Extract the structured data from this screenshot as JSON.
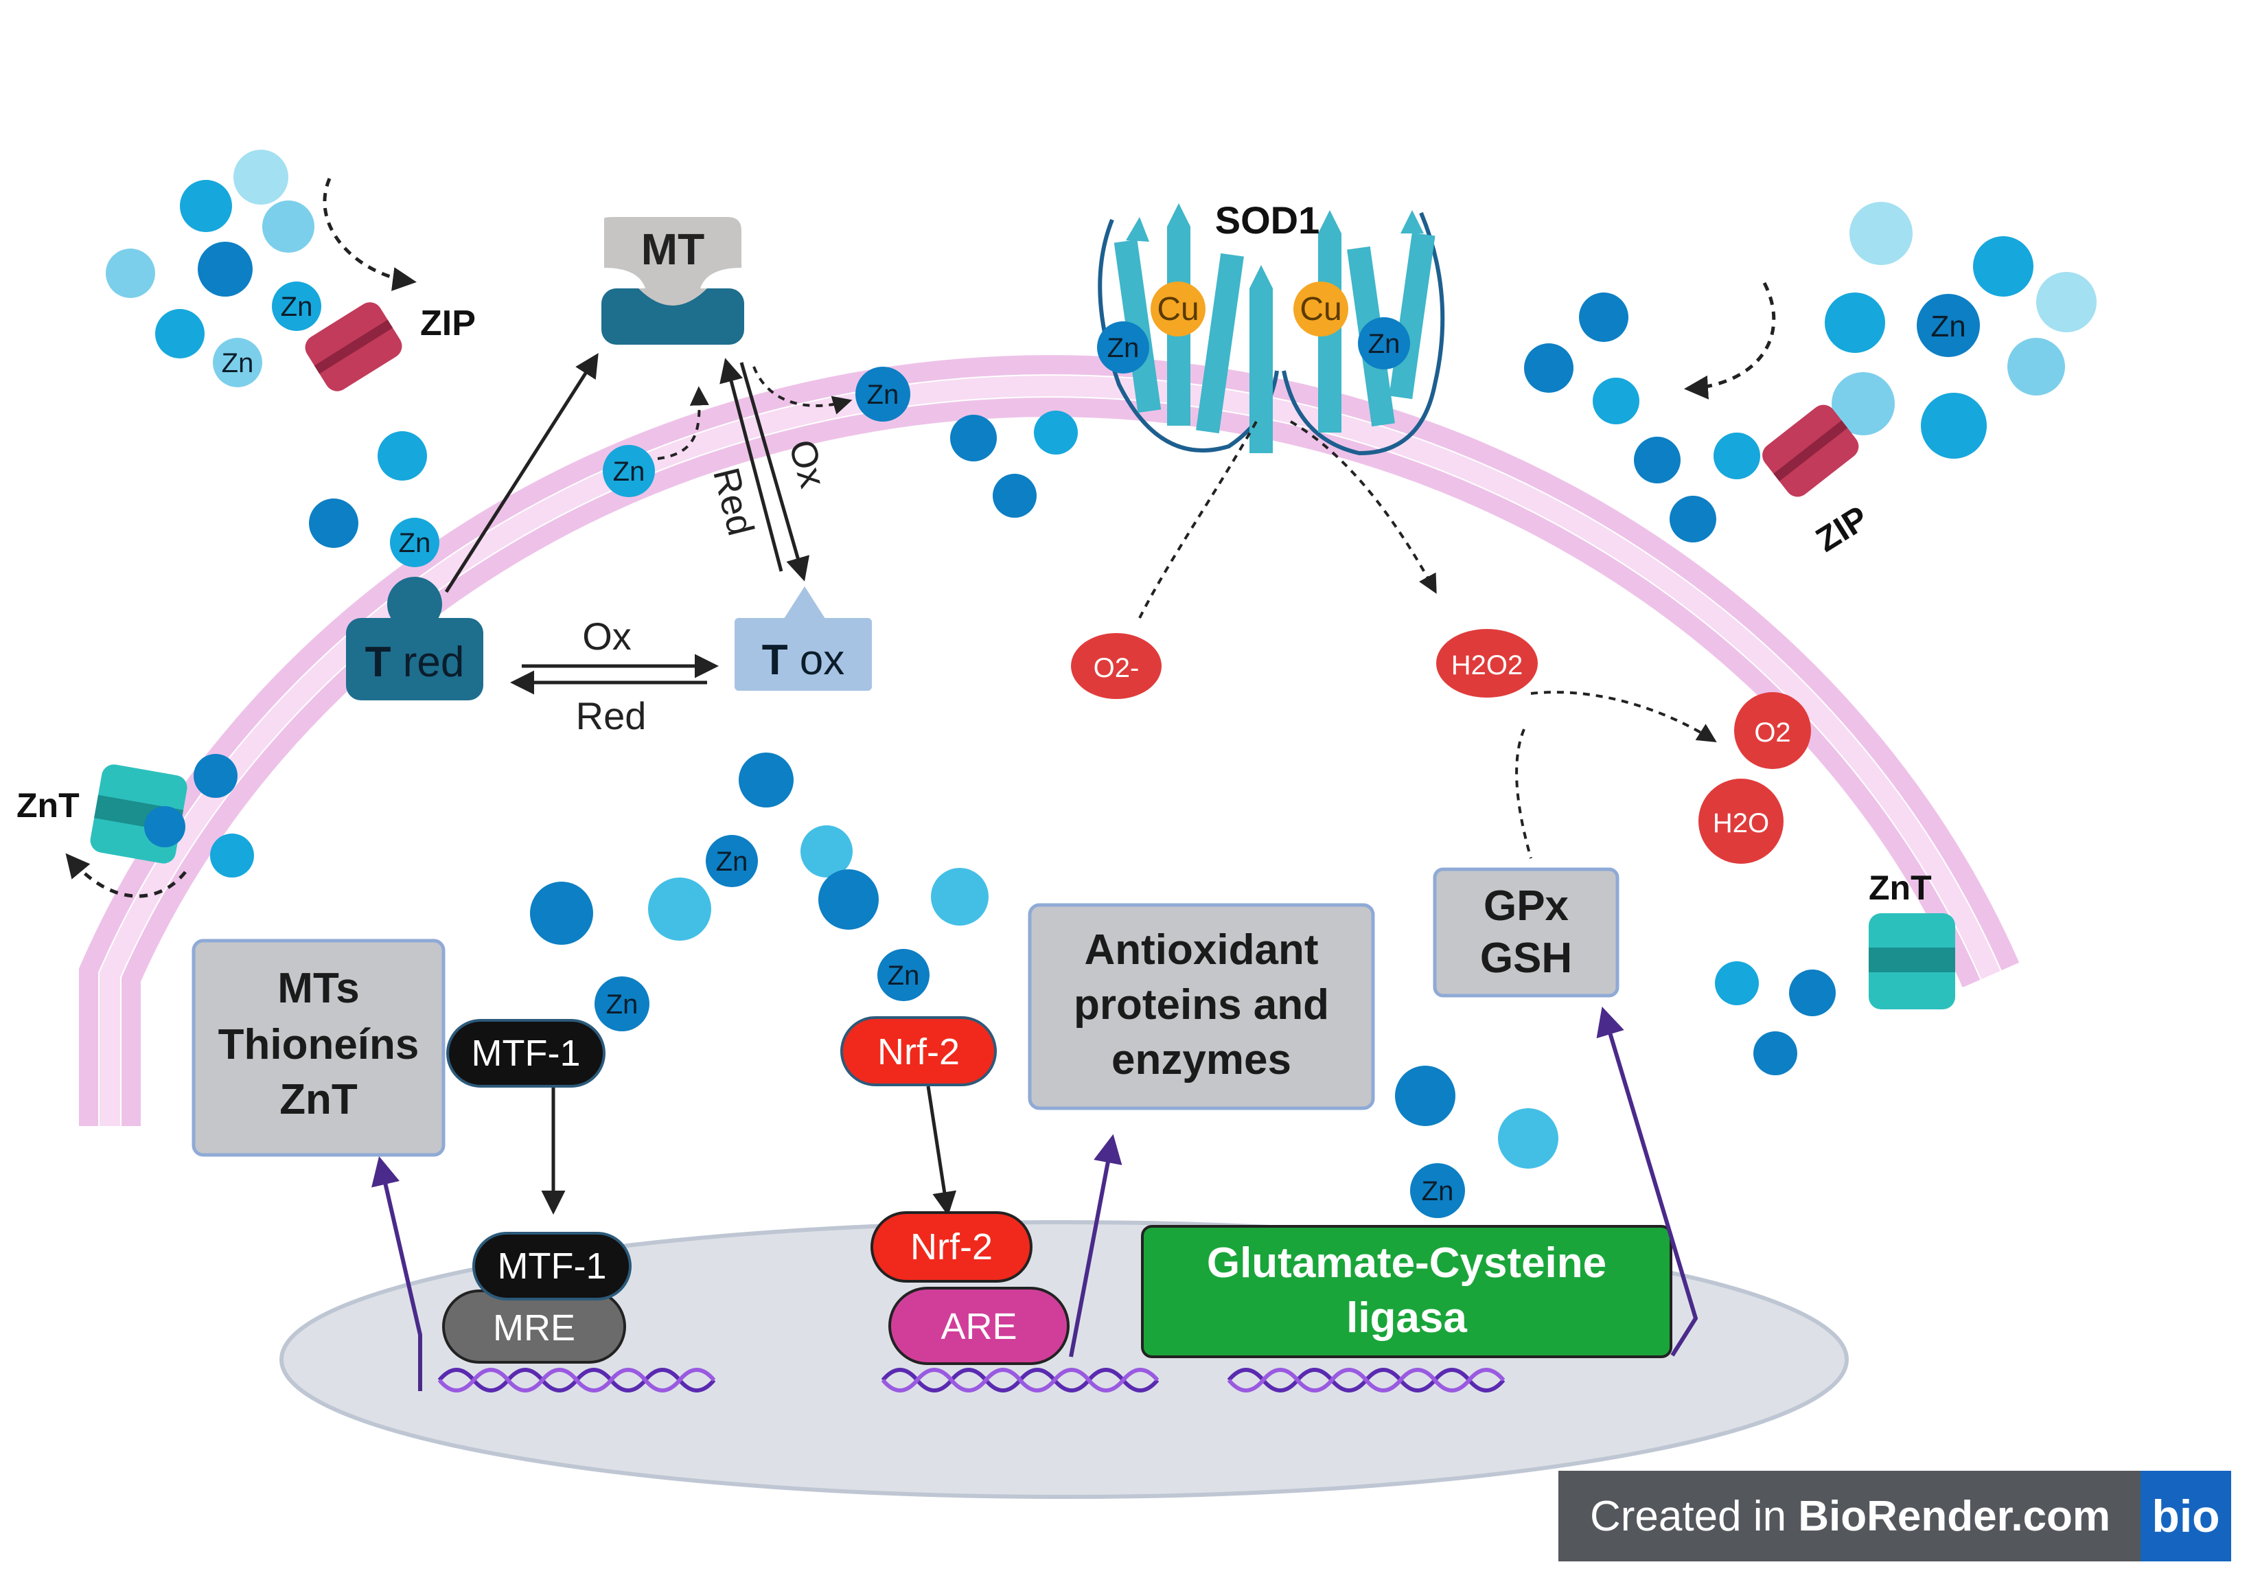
{
  "ion": "Zn",
  "transporters": {
    "zip": "ZIP",
    "znt": "ZnT"
  },
  "metallothionein": {
    "mt": "MT",
    "t_red_letter": "T",
    "t_red_suffix": " red",
    "t_ox_letter": "T",
    "t_ox_suffix": " ox",
    "ox": "Ox",
    "red": "Red"
  },
  "sod": {
    "title": "SOD1",
    "copper": "Cu"
  },
  "ros": {
    "superoxide": "O2-",
    "peroxide": "H2O2",
    "oxygen": "O2",
    "water": "H2O"
  },
  "boxes": {
    "gpx_line1": "GPx",
    "gpx_line2": "GSH",
    "mts_line1": "MTs",
    "mts_line2": "Thioneíns",
    "mts_line3": "ZnT",
    "antiox_line1": "Antioxidant",
    "antiox_line2": "proteins and",
    "antiox_line3": "enzymes",
    "gcl_line1": "Glutamate-Cysteine",
    "gcl_line2": "ligasa"
  },
  "factors": {
    "mtf1": "MTF-1",
    "nrf2": "Nrf-2",
    "mre": "MRE",
    "are": "ARE"
  },
  "badge": {
    "prefix": "Created in ",
    "brand": "BioRender.com",
    "logo": "bio"
  },
  "colors": {
    "membrane": "#eec2e8",
    "zn_dark": "#0d7fc4",
    "zn_light": "#43bfe6",
    "zn_pale": "#a3e0f1",
    "ros_red": "#e03b3b",
    "nucleus": "#dde1e7",
    "gray_box": "#c5c6c9",
    "green_box": "#1aa53a",
    "nrf_red": "#f0291c",
    "are_pink": "#d13e9a",
    "mtf_black": "#111111",
    "transporter_red": "#c23b5a",
    "transporter_teal": "#2cc0bd",
    "mt_blue": "#1e6e8e",
    "tox_blue": "#a7c3e3",
    "sod_teal": "#3fb6c9",
    "cu_orange": "#f5a623",
    "arrow_purple": "#4a2a8a"
  }
}
